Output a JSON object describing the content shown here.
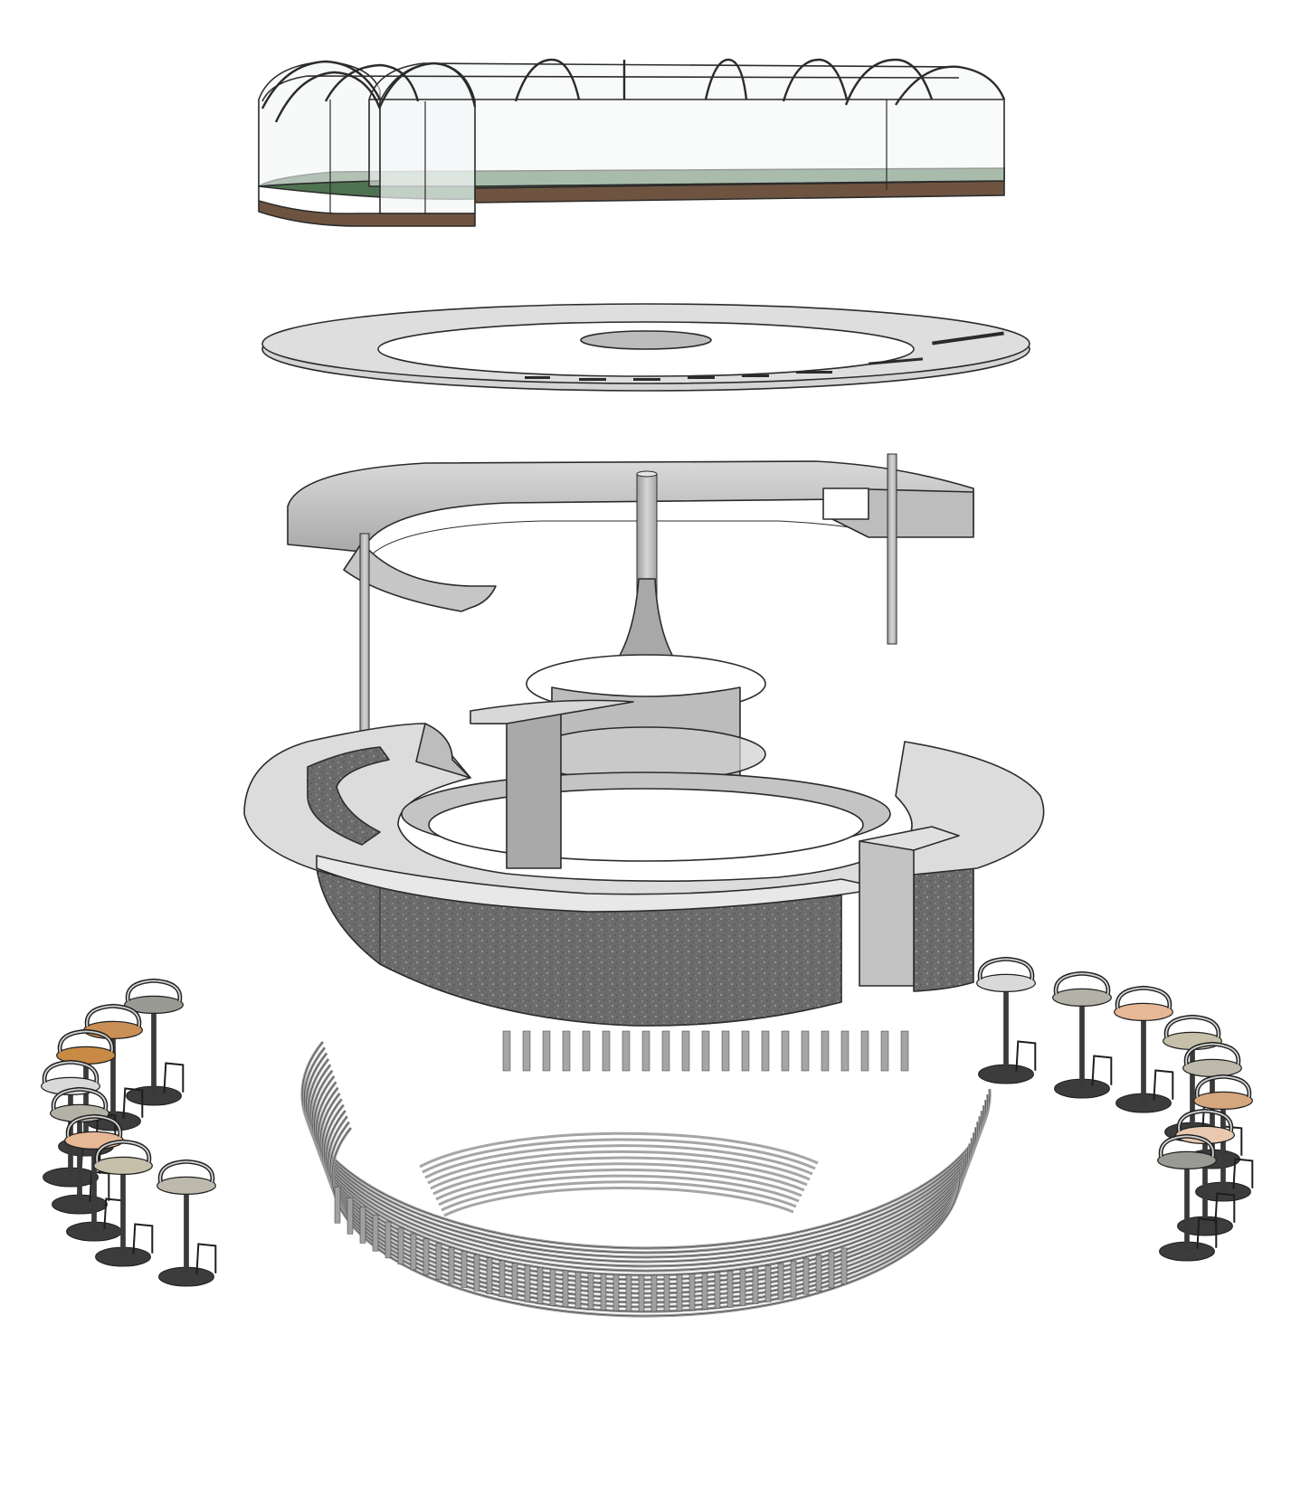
{
  "colors": {
    "background": "#ffffff",
    "outline": "#2b2b2b",
    "glass": "#f4f7f6",
    "grass": "#4f7351",
    "soil": "#6e5440",
    "light_metal": "#dcdcdc",
    "mid_metal": "#b8b8b8",
    "dark_metal": "#8c8c8c",
    "granite": "#6d6d6d",
    "stool_base": "#3c3c3c"
  },
  "layers": [
    {
      "id": "greenhouse-canopy",
      "icon": "greenhouse-icon"
    },
    {
      "id": "roof-disc",
      "icon": "disc-icon"
    },
    {
      "id": "spiral-shelf-canopy",
      "icon": "spiral-icon"
    },
    {
      "id": "central-bar-counter",
      "icon": "counter-icon"
    },
    {
      "id": "slatted-cladding-ring",
      "icon": "slats-icon"
    },
    {
      "id": "stool-group-left",
      "icon": "stool-icon"
    },
    {
      "id": "stool-group-right",
      "icon": "stool-icon"
    }
  ],
  "stools": {
    "seat_colors": [
      "#9a9a94",
      "#c98f55",
      "#c88a45",
      "#d9d9d9",
      "#b4b2a6",
      "#e7b896",
      "#c6bfa9",
      "#bdb9ad",
      "#d6a77f",
      "#e8c8ae"
    ]
  }
}
